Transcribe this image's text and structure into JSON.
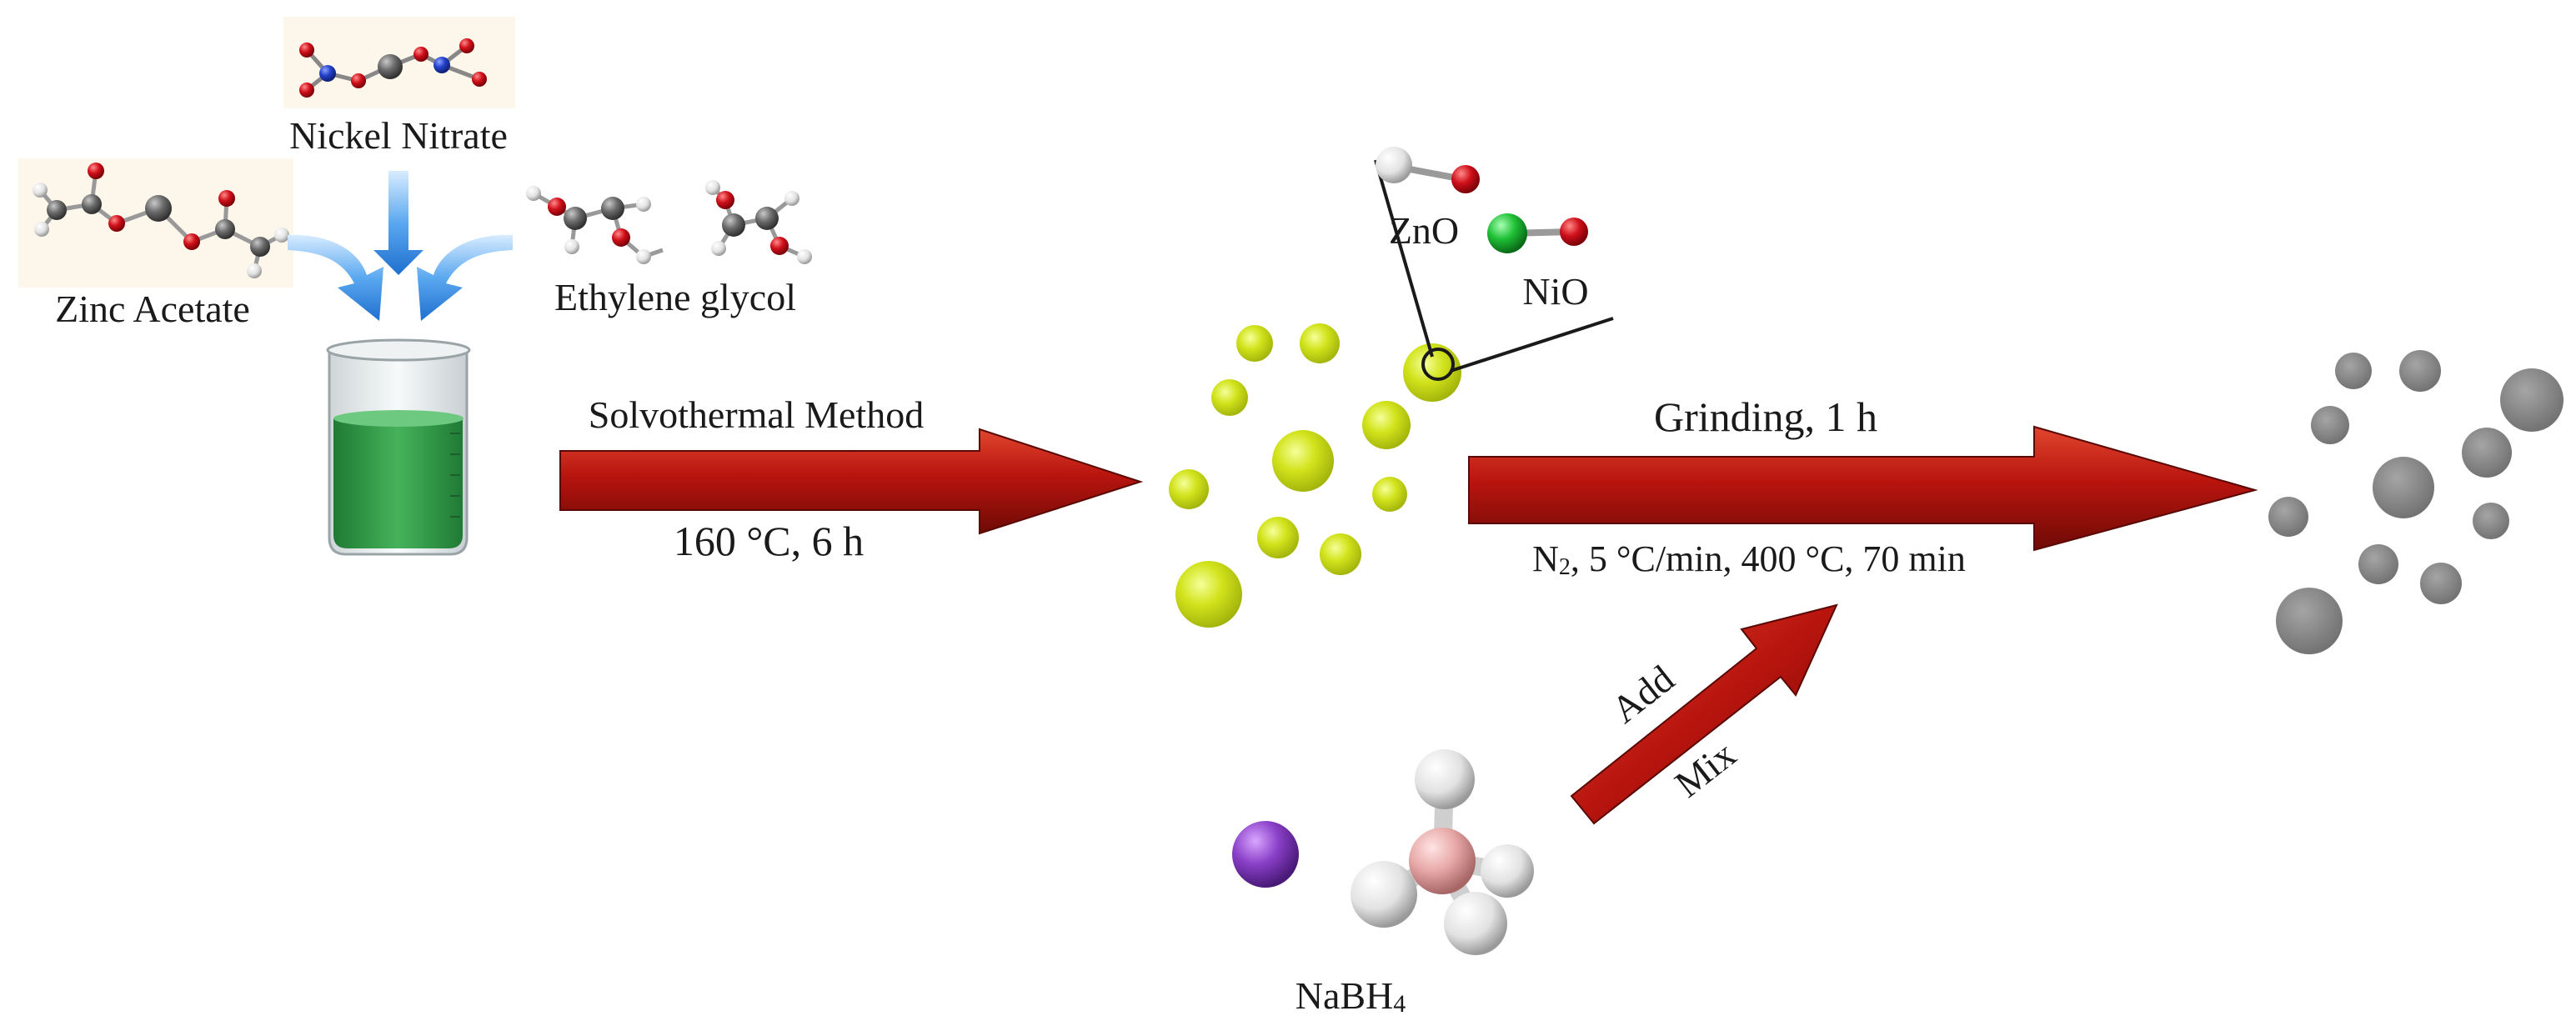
{
  "labels": {
    "nickel_nitrate": "Nickel Nitrate",
    "zinc_acetate": "Zinc Acetate",
    "ethylene_glycol": "Ethylene glycol",
    "zno": "ZnO",
    "nio": "NiO",
    "solvothermal": "Solvothermal Method",
    "solvo_conditions": "160 °C, 6 h",
    "grinding": "Grinding, 1 h",
    "anneal_n": "N",
    "anneal_sub": "2",
    "anneal_rest": ", 5 °C/min, 400 °C, 70 min",
    "add": "Add",
    "mix": "Mix",
    "nabh_main": "NaBH",
    "nabh_sub": "4"
  },
  "colors": {
    "arrow_red": "#b8140e",
    "arrow_dark": "#6e0a06",
    "blue_arrow": "#4a9be8",
    "beaker_liquid": "#2f9a45",
    "particle_yellow": "#c9dd16",
    "particle_gray": "#8a8a8a",
    "atom_oxygen": "#d0101a",
    "atom_nitrogen": "#2240c8",
    "atom_carbon": "#6a6a6a",
    "atom_hydrogen": "#e6e6e6",
    "atom_nickel": "#1fbf35",
    "atom_sodium": "#8a3fc8",
    "atom_boron": "#e8a9a9"
  },
  "icons": [
    "beaker-icon",
    "blue-merge-arrows-icon",
    "molecule-nickel-nitrate-icon",
    "molecule-zinc-acetate-icon",
    "molecule-ethylene-glycol-icon",
    "zno-molecule-icon",
    "nio-molecule-icon",
    "nabh4-molecule-icon"
  ]
}
